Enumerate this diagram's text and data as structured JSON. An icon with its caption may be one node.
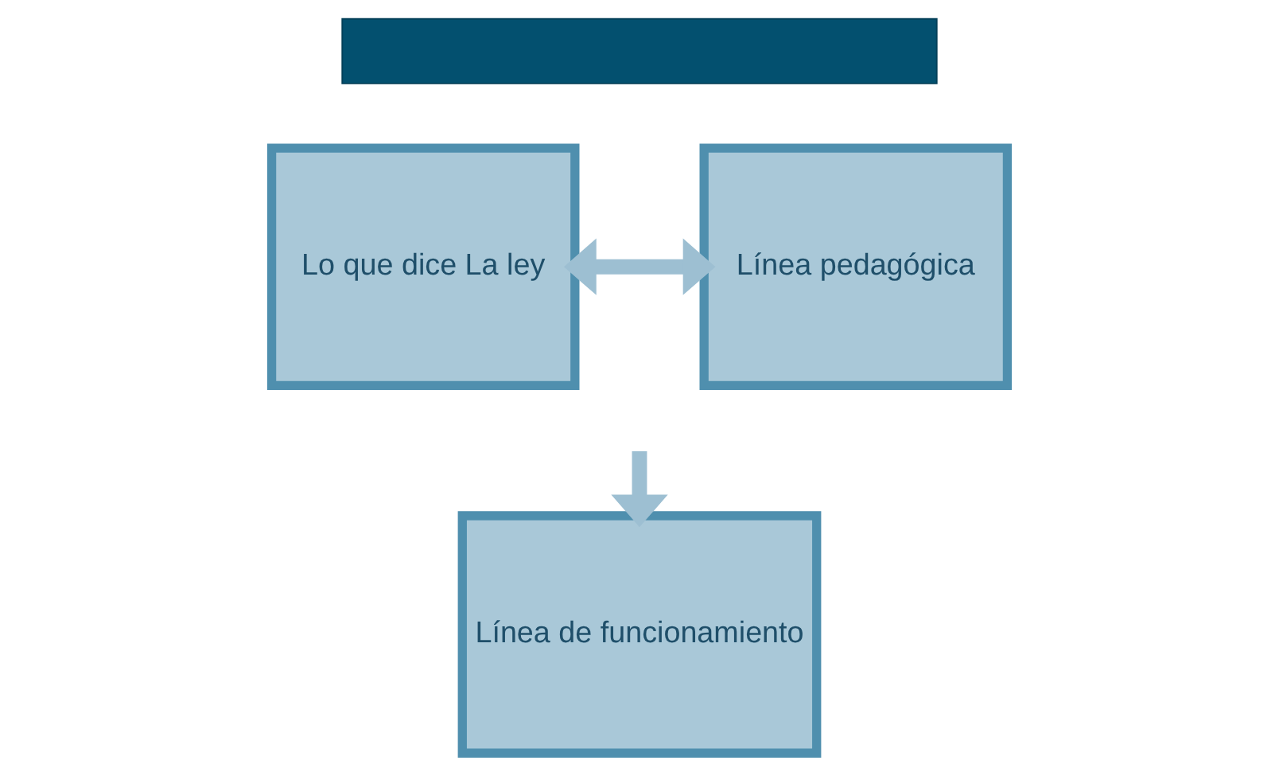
{
  "diagram": {
    "nodes": [
      {
        "text": [],
        "shape": "bar"
      },
      {
        "text": [
          "Lo que dice La ley"
        ]
      },
      {
        "text": [
          "Línea pedagógica"
        ]
      },
      {
        "text": [
          "Línea de funcionamiento"
        ]
      }
    ],
    "edges": [
      {
        "from": 1,
        "to": 2,
        "arrow": "both"
      },
      {
        "from": null,
        "to": 3,
        "arrow": "to"
      }
    ]
  }
}
